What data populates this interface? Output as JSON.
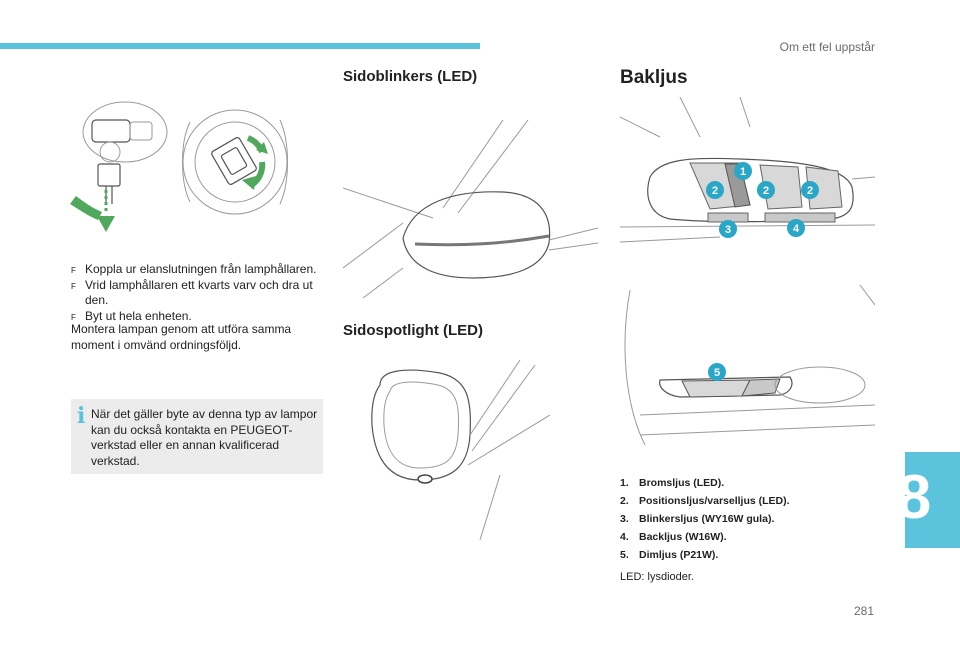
{
  "header": {
    "chapter_title": "Om ett fel uppstår"
  },
  "chapter": {
    "number": "8"
  },
  "page": {
    "number": "281"
  },
  "fog": {
    "steps": [
      {
        "bullet": "F",
        "text": "Koppla ur elanslutningen från lamphållaren."
      },
      {
        "bullet": "F",
        "text": "Vrid lamphållaren ett kvarts varv och dra ut den."
      },
      {
        "bullet": "F",
        "text": "Byt ut hela enheten."
      }
    ],
    "note": "Montera lampan genom att utföra samma moment i omvänd ordningsföljd.",
    "info": "När det gäller byte av denna typ av lampor kan du också kontakta en PEUGEOT-verkstad eller en annan kvalificerad verkstad."
  },
  "sections": {
    "side_indicators": "Sidoblinkers (LED)",
    "side_spotlight": "Sidospotlight (LED)",
    "rear_lights": "Bakljus"
  },
  "rear": {
    "callouts": [
      "1",
      "2",
      "2",
      "2",
      "3",
      "4",
      "5"
    ],
    "legend": [
      {
        "num": "1.",
        "text": "Bromsljus (LED)."
      },
      {
        "num": "2.",
        "text": "Positionsljus/varselljus (LED)."
      },
      {
        "num": "3.",
        "text": "Blinkersljus (WY16W gula)."
      },
      {
        "num": "4.",
        "text": "Backljus (W16W)."
      },
      {
        "num": "5.",
        "text": "Dimljus (P21W)."
      }
    ],
    "led_note": "LED: lysdioder."
  },
  "colors": {
    "accent": "#5bc3dc",
    "callout": "#2aa6c7",
    "arrow": "#4fa85c"
  }
}
